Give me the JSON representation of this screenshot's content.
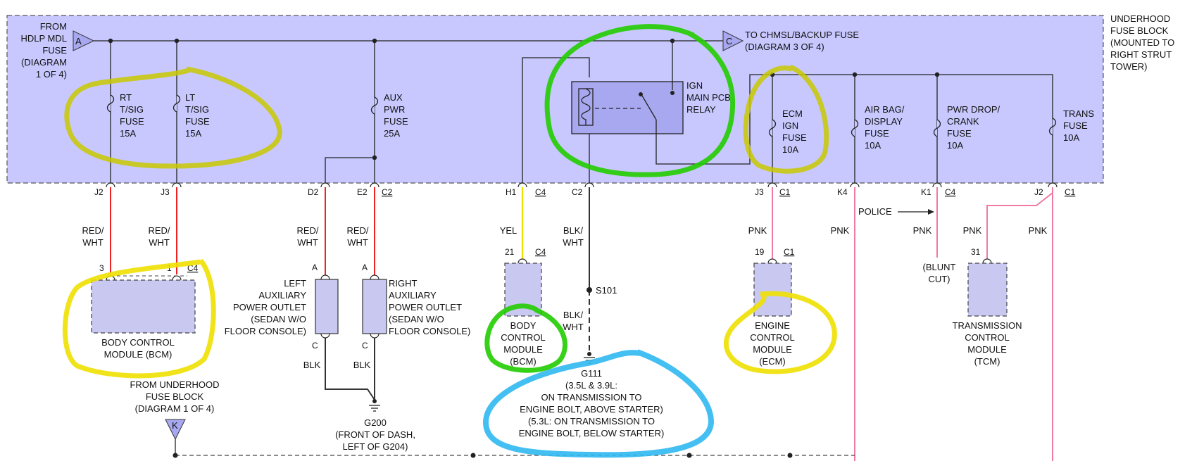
{
  "fuse_block": {
    "title": [
      "UNDERHOOD",
      "FUSE BLOCK",
      "(MOUNTED TO",
      "RIGHT STRUT",
      "TOWER)"
    ],
    "from_label": [
      "FROM",
      "HDLP MDL",
      "FUSE",
      "(DIAGRAM",
      "1 OF 4)"
    ],
    "connector_a": "A",
    "connector_c": "C",
    "to_label": [
      "TO CHMSL/BACKUP FUSE",
      "(DIAGRAM 3 OF 4)"
    ]
  },
  "fuses": {
    "rt_tsig": [
      "RT",
      "T/SIG",
      "FUSE",
      "15A"
    ],
    "lt_tsig": [
      "LT",
      "T/SIG",
      "FUSE",
      "15A"
    ],
    "aux_pwr": [
      "AUX",
      "PWR",
      "FUSE",
      "25A"
    ],
    "ecm_ign": [
      "ECM",
      "IGN",
      "FUSE",
      "10A"
    ],
    "airbag": [
      "AIR BAG/",
      "DISPLAY",
      "FUSE",
      "10A"
    ],
    "pwr_drop": [
      "PWR DROP/",
      "CRANK",
      "FUSE",
      "10A"
    ],
    "trans": [
      "TRANS",
      "FUSE",
      "10A"
    ]
  },
  "relay": [
    "IGN",
    "MAIN PCB",
    "RELAY"
  ],
  "pins": {
    "j2": "J2",
    "j3": "J3",
    "d2": "D2",
    "e2": "E2",
    "c2_conn": "C2",
    "h1": "H1",
    "c4": "C4",
    "c2": "C2",
    "j3b": "J3",
    "c1": "C1",
    "k4": "K4",
    "k1": "K1",
    "j2b": "J2",
    "bcm_3": "3",
    "bcm_1": "1",
    "bcm_c4": "C4",
    "outlet_a": "A",
    "outlet_c": "C",
    "bcm2_21": "21",
    "bcm2_c4": "C4",
    "ecm_19": "19",
    "ecm_c1": "C1",
    "tcm_31": "31"
  },
  "wires": {
    "red_wht": [
      "RED/",
      "WHT"
    ],
    "yel": "YEL",
    "blk_wht": [
      "BLK/",
      "WHT"
    ],
    "pnk": "PNK",
    "blk": "BLK",
    "police": "POLICE",
    "blunt_cut": [
      "(BLUNT",
      "CUT)"
    ]
  },
  "modules": {
    "bcm_left": [
      "BODY CONTROL",
      "MODULE (BCM)"
    ],
    "left_outlet": [
      "LEFT",
      "AUXILIARY",
      "POWER OUTLET",
      "(SEDAN W/O",
      "FLOOR CONSOLE)"
    ],
    "right_outlet": [
      "RIGHT",
      "AUXILIARY",
      "POWER OUTLET",
      "(SEDAN W/O",
      "FLOOR CONSOLE)"
    ],
    "bcm_center": [
      "BODY",
      "CONTROL",
      "MODULE",
      "(BCM)"
    ],
    "ecm": [
      "ENGINE",
      "CONTROL",
      "MODULE",
      "(ECM)"
    ],
    "tcm": [
      "TRANSMISSION",
      "CONTROL",
      "MODULE",
      "(TCM)"
    ]
  },
  "splice": "S101",
  "grounds": {
    "g111": [
      "G111",
      "(3.5L & 3.9L:",
      "ON TRANSMISSION TO",
      "ENGINE BOLT, ABOVE STARTER)",
      "(5.3L: ON TRANSMISSION TO",
      "ENGINE BOLT, BELOW STARTER)"
    ],
    "g200": [
      "G200",
      "(FRONT OF DASH,",
      "LEFT OF G204)"
    ]
  },
  "from_underhood": [
    "FROM UNDERHOOD",
    "FUSE BLOCK",
    "(DIAGRAM 1 OF 4)"
  ],
  "connector_k": "K",
  "colors": {
    "block_fill": "#c8c8ff",
    "module_fill": "#c8c8f0",
    "wire_red": "#ee2222",
    "wire_yellow": "#f0e000",
    "wire_black": "#333333",
    "wire_pink": "#f07aa0",
    "highlight_olive": "#c8c800",
    "highlight_green": "#22cc00",
    "highlight_yellow": "#f0e000",
    "highlight_cyan": "#30b8f0"
  }
}
